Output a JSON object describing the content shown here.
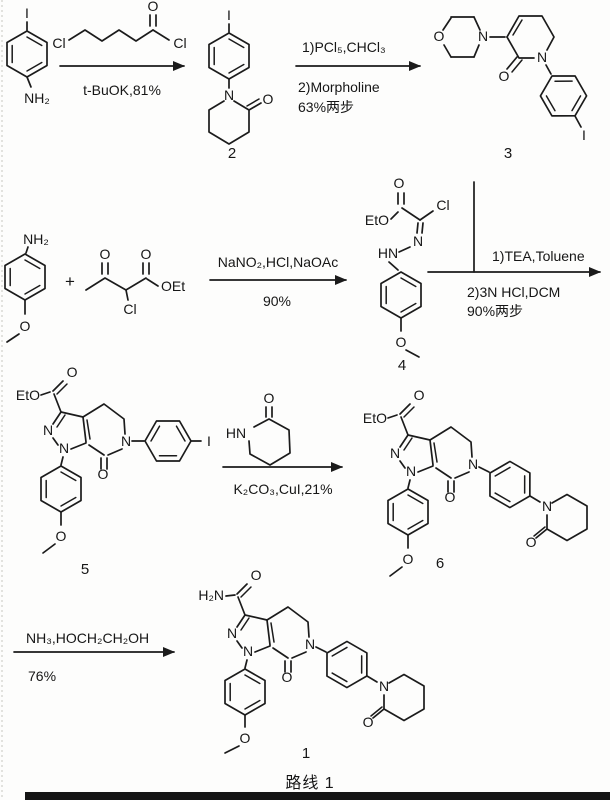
{
  "figure": {
    "type": "chemical-reaction-scheme",
    "route_label": "路线 1"
  },
  "atoms": {
    "I": "I",
    "N": "N",
    "O": "O",
    "Cl": "Cl",
    "HN": "HN",
    "NH2": "NH₂",
    "H2N": "H₂N",
    "EtO": "EtO",
    "OEt": "OEt",
    "plus": "+"
  },
  "compounds": {
    "c1": "1",
    "c2": "2",
    "c3": "3",
    "c4": "4",
    "c5": "5",
    "c6": "6"
  },
  "steps": {
    "step1": {
      "below": "t-BuOK,81%"
    },
    "step2": {
      "above": "1)PCl₅,CHCl₃",
      "below1": "2)Morpholine",
      "below2": "63%两步"
    },
    "step3": {
      "above": "NaNO₂,HCl,NaOAc",
      "below": "90%"
    },
    "step4": {
      "above": "1)TEA,Toluene",
      "below1": "2)3N HCl,DCM",
      "below2": "90%两步"
    },
    "step5": {
      "below": "K₂CO₃,CuI,21%"
    },
    "step6": {
      "above": "NH₃,HOCH₂CH₂OH",
      "below": "76%"
    }
  }
}
